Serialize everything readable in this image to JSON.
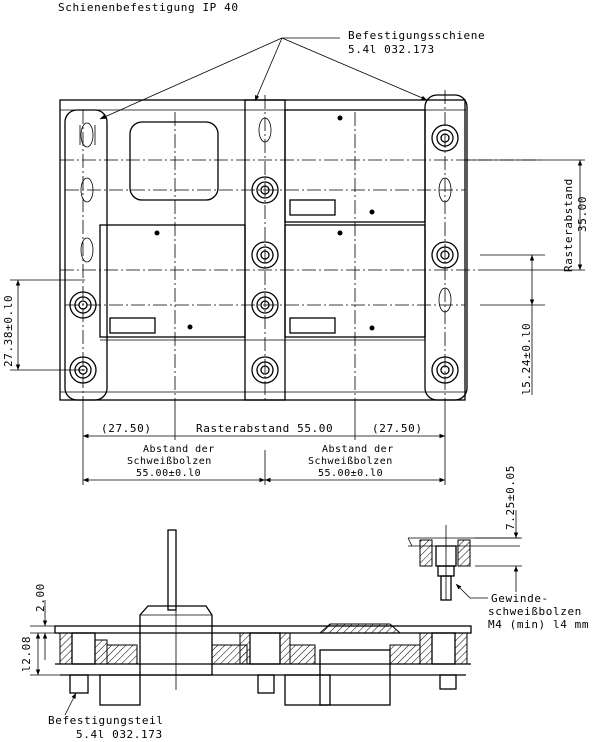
{
  "title": "Schienenbefestigung IP 40",
  "labels": {
    "rail_name": "Befestigungsschiene",
    "rail_number": "5.4l 032.173",
    "part_name": "Befestigungsteil",
    "part_number": "5.4l 032.173",
    "bolt_line1": "Gewinde-",
    "bolt_line2": "schweißbolzen",
    "bolt_line3": "M4 (min) l4 mm"
  },
  "dimensions": {
    "left_offset": "(27.50)",
    "grid_spacing": "Rasterabstand 55.00",
    "right_offset": "(27.50)",
    "bolt_dist_title1": "Abstand der",
    "bolt_dist_title2": "Schweißbolzen",
    "bolt_dist_value": "55.00±0.l0",
    "v_left": "27.38±0.l0",
    "v_right_grid_title": "Rasterabstand",
    "v_right_grid_value": "35.00",
    "v_right_small": "l5.24±0.l0",
    "v_bolt_height": "7.25±0.05",
    "side_top": "2.00",
    "side_height": "l2.08"
  }
}
